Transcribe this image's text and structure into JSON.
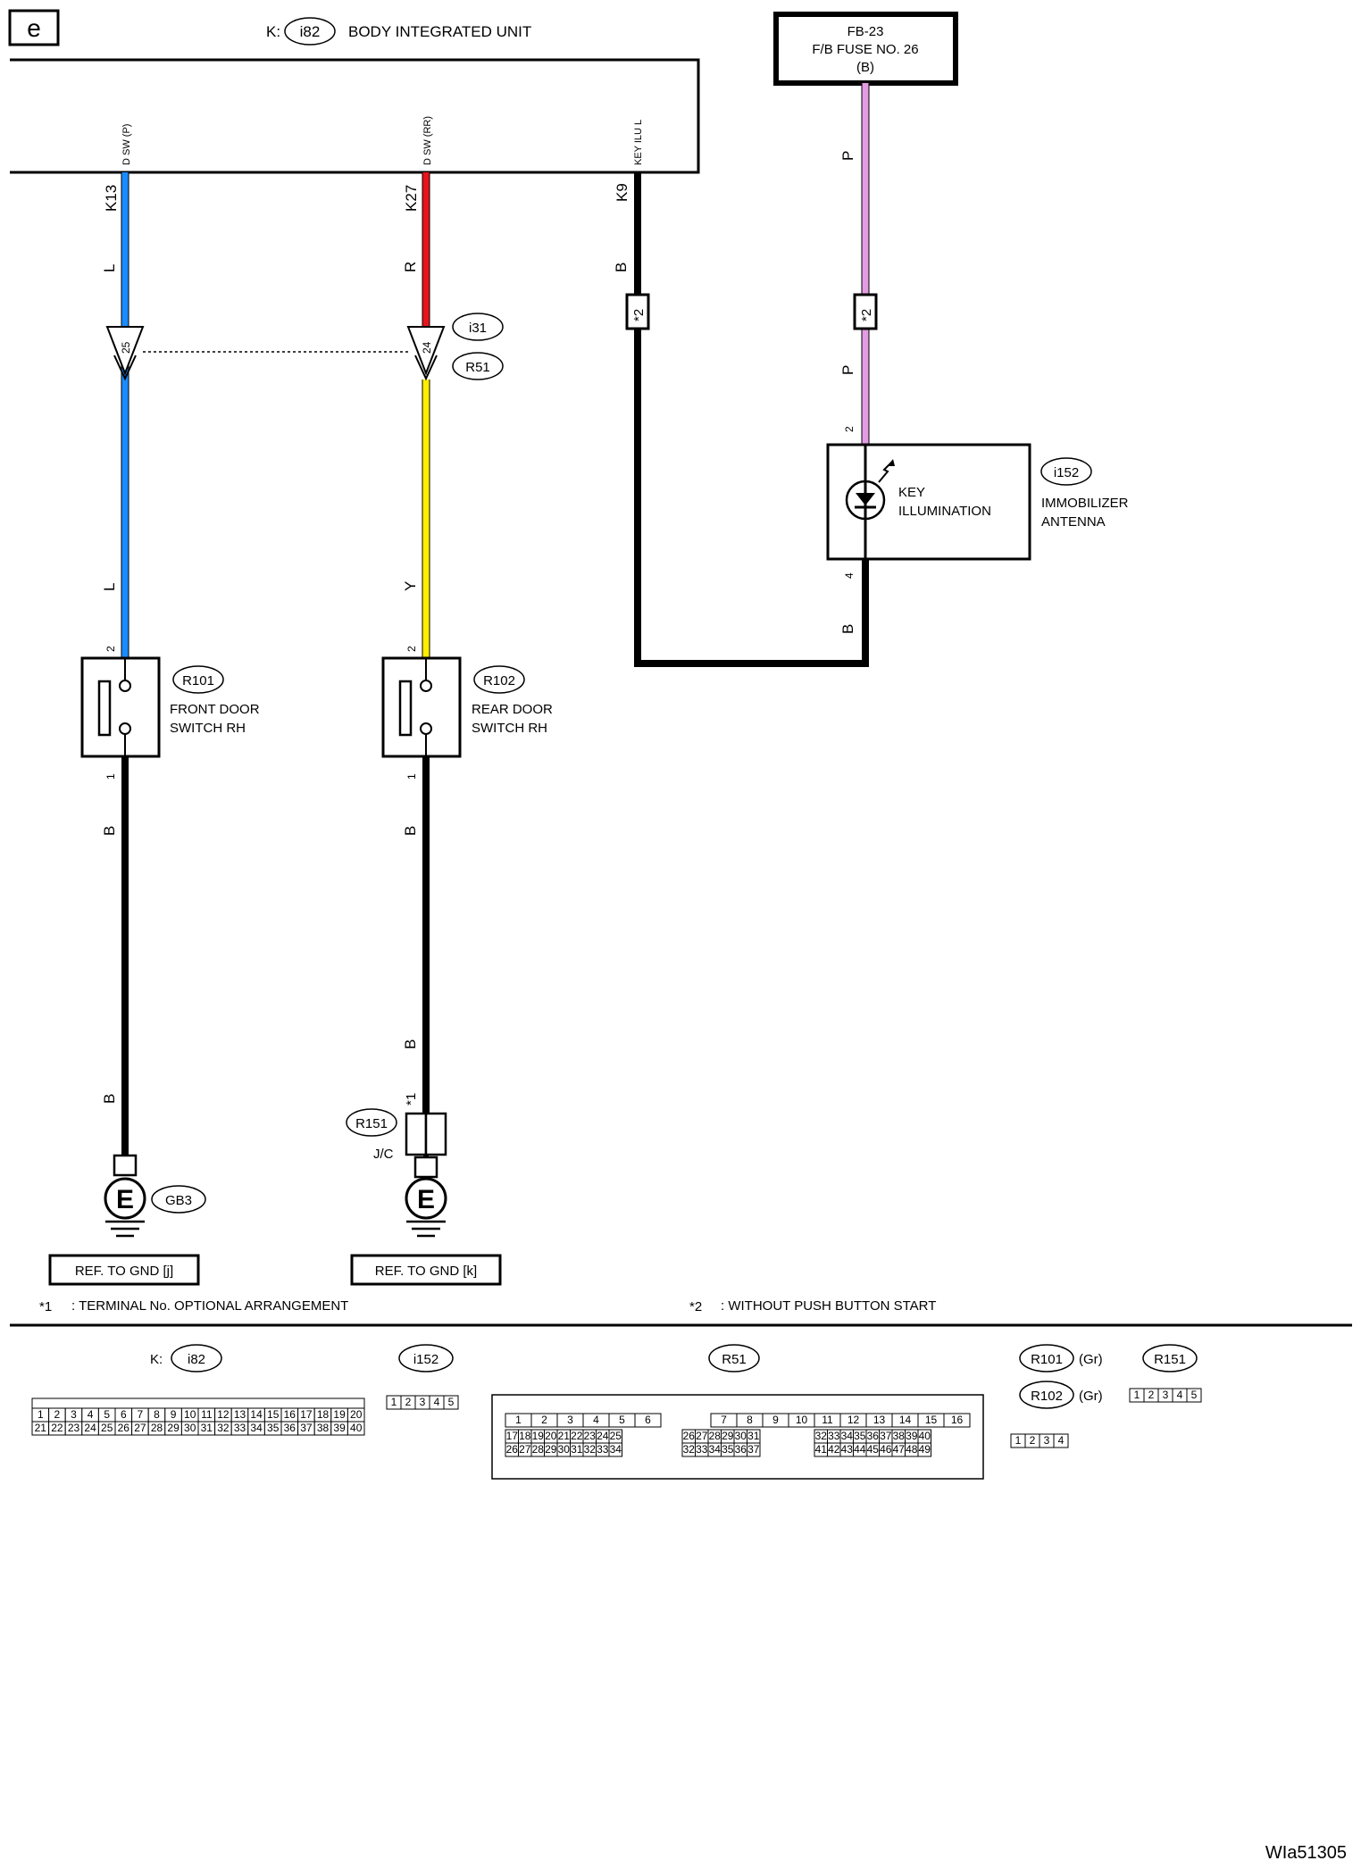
{
  "section_tag": "e",
  "body_unit": {
    "prefix": "K:",
    "code": "i82",
    "name": "BODY INTEGRATED UNIT",
    "pins": [
      {
        "func": "D SW (P)",
        "terminal": "K13"
      },
      {
        "func": "D SW (RR)",
        "terminal": "K27"
      },
      {
        "func": "KEY ILU L",
        "terminal": "K9"
      }
    ]
  },
  "fuse": {
    "line1": "FB-23",
    "line2": "F/B FUSE NO. 26",
    "line3": "(B)"
  },
  "wire_colors": {
    "L": "#1a8cff",
    "R": "#e8141b",
    "Y": "#ffee00",
    "P": "#e39be3",
    "B": "#000000"
  },
  "wire_labels": {
    "blue": "L",
    "red": "R",
    "yellow": "Y",
    "pink": "P",
    "black": "B"
  },
  "connector_i31": {
    "code1": "i31",
    "code2": "R51",
    "pin_a": "25",
    "pin_b": "24"
  },
  "star2_mark": "*2",
  "star1_mark": "*1",
  "antenna": {
    "code": "i152",
    "name_line1": "IMMOBILIZER",
    "name_line2": "ANTENNA",
    "inner_line1": "KEY",
    "inner_line2": "ILLUMINATION",
    "pin_top": "2",
    "pin_bottom": "4"
  },
  "front_switch": {
    "code": "R101",
    "line1": "FRONT DOOR",
    "line2": "SWITCH RH",
    "pin_top": "2",
    "pin_bottom": "1"
  },
  "rear_switch": {
    "code": "R102",
    "line1": "REAR DOOR",
    "line2": "SWITCH RH",
    "pin_top": "2",
    "pin_bottom": "1"
  },
  "joint": {
    "code": "R151",
    "label": "J/C"
  },
  "ground_front": {
    "code": "GB3",
    "symbol": "E",
    "ref": "REF. TO GND [j]"
  },
  "ground_rear": {
    "symbol": "E",
    "ref": "REF. TO GND [k]"
  },
  "notes": {
    "note1_mark": "*1",
    "note1_text": ": TERMINAL No. OPTIONAL ARRANGEMENT",
    "note2_mark": "*2",
    "note2_text": ": WITHOUT PUSH BUTTON START"
  },
  "connector_views": {
    "i82": {
      "prefix": "K:",
      "code": "i82"
    },
    "i152": {
      "code": "i152"
    },
    "R51": {
      "code": "R51"
    },
    "R101": {
      "code": "R101",
      "color": "(Gr)"
    },
    "R102": {
      "code": "R102",
      "color": "(Gr)"
    },
    "R151": {
      "code": "R151"
    }
  },
  "figure_id": "WIa51305"
}
